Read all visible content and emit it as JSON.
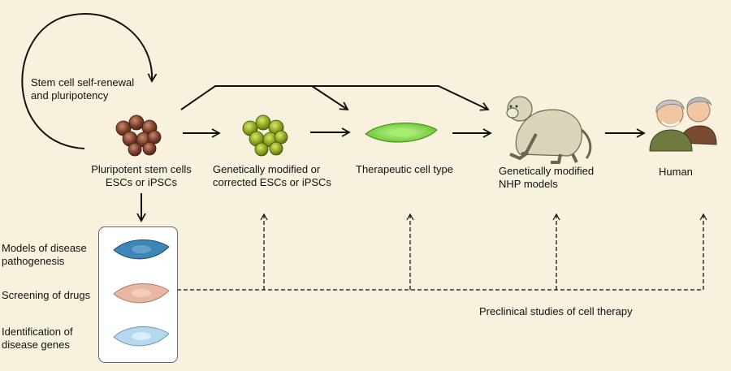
{
  "self_renewal": {
    "line1": "Stem cell self-renewal",
    "line2": "and pluripotency"
  },
  "nodes": {
    "pluripotent": {
      "line1": "Pluripotent stem cells",
      "line2": "ESCs or iPSCs"
    },
    "modified": {
      "line1": "Genetically modified or",
      "line2": "corrected ESCs or iPSCs"
    },
    "therapeutic": {
      "line1": "Therapeutic cell type"
    },
    "nhp": {
      "line1": "Genetically modified",
      "line2": "NHP models"
    },
    "human": {
      "line1": "Human"
    }
  },
  "applications": [
    {
      "line1": "Models of disease",
      "line2": "pathogenesis",
      "color": "#3e86b8"
    },
    {
      "line1": "Screening of drugs",
      "line2": "",
      "color": "#e8b7a2"
    },
    {
      "line1": "Identification of",
      "line2": "disease genes",
      "color": "#b5d8ee"
    }
  ],
  "preclinical": {
    "label": "Preclinical studies of cell therapy"
  },
  "colors": {
    "background": "#f7f1de",
    "stem_cell": "#7a3e2c",
    "modified_cell": "#8ba21c",
    "therapeutic_cell": "#7fdc3a",
    "monkey": "#d9d5b8",
    "human_skin": "#f1c7a3"
  }
}
